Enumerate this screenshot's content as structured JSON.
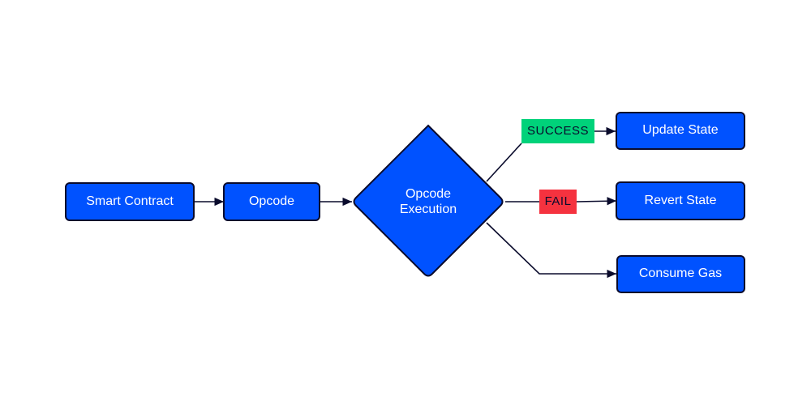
{
  "nodes": {
    "smart_contract": "Smart Contract",
    "opcode": "Opcode",
    "opcode_execution_line1": "Opcode",
    "opcode_execution_line2": "Execution",
    "update_state": "Update State",
    "revert_state": "Revert State",
    "consume_gas": "Consume Gas"
  },
  "edge_labels": {
    "success": "SUCCESS",
    "fail": "FAIL"
  },
  "colors": {
    "node_fill": "#0052ff",
    "node_border": "#0a0b2c",
    "success": "#00d27a",
    "fail": "#f5323f",
    "line": "#0a0b2c"
  }
}
